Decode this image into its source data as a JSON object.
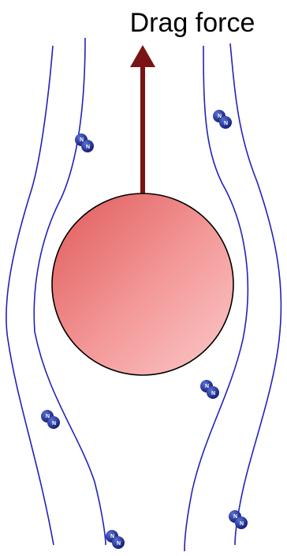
{
  "diagram": {
    "force_label": "Drag force",
    "molecule_atom_labels": [
      "N",
      "N"
    ],
    "colors": {
      "streamline": "#1f24b8",
      "arrow": "#7a1414",
      "sphere_highlight": "#f7c3c3",
      "sphere_shadow": "#e06262",
      "molecule": "#1a2a8c",
      "outline": "#000000"
    }
  }
}
